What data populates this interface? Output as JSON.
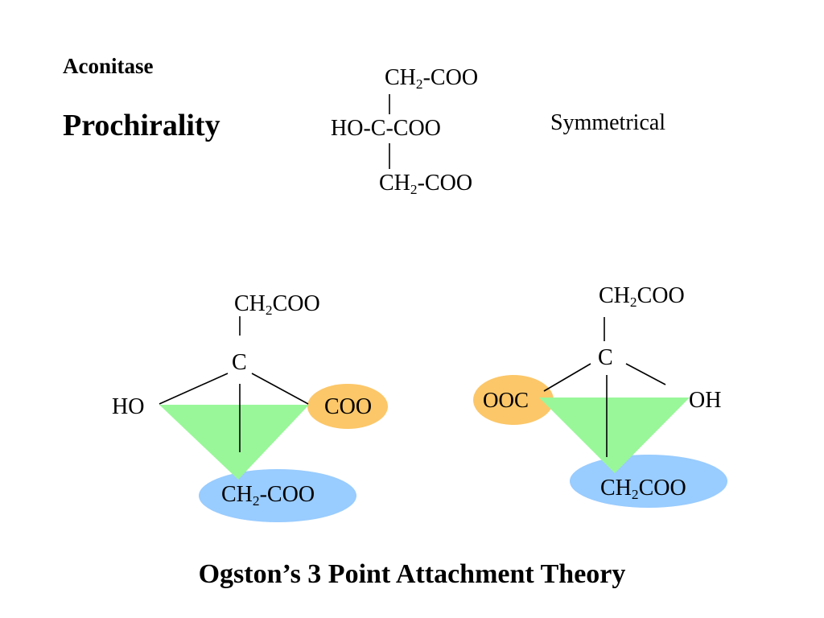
{
  "heading": "Aconitase",
  "title": "Prochirality",
  "symmetry_note": "Symmetrical",
  "caption": "Ogston’s 3 Point Attachment Theory",
  "colors": {
    "triangle": "#99f799",
    "orange_site": "#fcc769",
    "blue_site": "#99ccff",
    "ink": "#000000"
  },
  "top_structure": {
    "top_prefix": "CH",
    "top_sub": "2",
    "top_suffix": "-COO",
    "middle": "HO-C-COO",
    "bottom_prefix": "CH",
    "bottom_sub": "2",
    "bottom_suffix": "-COO"
  },
  "left_model": {
    "top_prefix": "CH",
    "top_sub": "2",
    "top_suffix": "COO",
    "center": "C",
    "left": "HO",
    "orange_label": "COO",
    "blue_prefix": "CH",
    "blue_sub": "2",
    "blue_suffix": "-COO"
  },
  "right_model": {
    "top_prefix": "CH",
    "top_sub": "2",
    "top_suffix": "COO",
    "center": "C",
    "orange_label": "OOC",
    "right": "OH",
    "blue_prefix": "CH",
    "blue_sub": "2",
    "blue_suffix": "COO"
  }
}
